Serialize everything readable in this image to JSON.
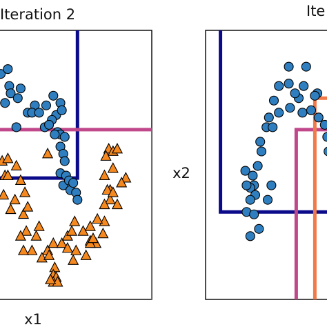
{
  "colors": {
    "class_a_fill": "#2f7fc0",
    "class_b_fill": "#f5891f",
    "marker_edge": "#000000",
    "box_navy": "#0a0a8a",
    "box_magenta": "#c0478a",
    "box_orange": "#f07a4a",
    "axes_frame": "#000000"
  },
  "chart_data": [
    {
      "type": "scatter",
      "title": "Iteration 2",
      "xlabel": "x1",
      "ylabel": "",
      "xlim": [
        0,
        10
      ],
      "ylim": [
        0,
        10
      ],
      "grid": false,
      "legend": "none",
      "series": [
        {
          "marker": "circle",
          "color": "class_a_fill",
          "points": [
            [
              0.1,
              8.2
            ],
            [
              0.7,
              7.7
            ],
            [
              0.8,
              7.4
            ],
            [
              0.6,
              8.4
            ],
            [
              0.4,
              7.0
            ],
            [
              1.3,
              7.2
            ],
            [
              1.5,
              7.6
            ],
            [
              2.0,
              6.6
            ],
            [
              2.5,
              6.9
            ],
            [
              2.3,
              6.6
            ],
            [
              2.8,
              6.6
            ],
            [
              3.3,
              6.9
            ],
            [
              3.8,
              7.3
            ],
            [
              4.3,
              7.0
            ],
            [
              4.0,
              6.5
            ],
            [
              4.4,
              6.7
            ],
            [
              3.7,
              6.3
            ],
            [
              3.2,
              6.0
            ],
            [
              3.5,
              6.1
            ],
            [
              1.2,
              6.0
            ],
            [
              4.1,
              5.8
            ],
            [
              4.3,
              5.7
            ],
            [
              3.9,
              5.7
            ],
            [
              4.6,
              5.6
            ],
            [
              4.3,
              5.2
            ],
            [
              4.5,
              4.9
            ],
            [
              4.6,
              4.6
            ],
            [
              4.3,
              4.1
            ],
            [
              4.7,
              4.0
            ],
            [
              4.5,
              3.6
            ],
            [
              4.9,
              3.8
            ],
            [
              5.0,
              3.4
            ],
            [
              5.2,
              3.7
            ],
            [
              5.4,
              3.3
            ],
            [
              5.5,
              3.0
            ]
          ]
        },
        {
          "marker": "triangle",
          "color": "class_b_fill",
          "points": [
            [
              0.2,
              4.6
            ],
            [
              0.6,
              4.7
            ],
            [
              0.4,
              4.0
            ],
            [
              0.6,
              4.0
            ],
            [
              1.2,
              4.4
            ],
            [
              3.4,
              4.9
            ],
            [
              7.7,
              5.1
            ],
            [
              8.0,
              5.0
            ],
            [
              8.3,
              5.1
            ],
            [
              7.5,
              4.8
            ],
            [
              8.0,
              4.3
            ],
            [
              7.8,
              3.4
            ],
            [
              7.8,
              3.0
            ],
            [
              7.6,
              3.4
            ],
            [
              7.4,
              4.0
            ],
            [
              8.9,
              3.9
            ],
            [
              8.6,
              3.7
            ],
            [
              8.3,
              2.8
            ],
            [
              8.0,
              3.3
            ],
            [
              1.5,
              3.8
            ],
            [
              1.8,
              3.3
            ],
            [
              1.1,
              3.0
            ],
            [
              0.3,
              3.2
            ],
            [
              0.8,
              2.6
            ],
            [
              1.7,
              2.4
            ],
            [
              2.0,
              2.7
            ],
            [
              2.8,
              1.9
            ],
            [
              2.6,
              1.5
            ],
            [
              1.9,
              1.7
            ],
            [
              1.5,
              1.5
            ],
            [
              2.3,
              0.9
            ],
            [
              1.7,
              0.9
            ],
            [
              3.4,
              0.9
            ],
            [
              3.8,
              1.2
            ],
            [
              4.4,
              1.2
            ],
            [
              4.8,
              1.5
            ],
            [
              5.1,
              1.7
            ],
            [
              5.3,
              2.1
            ],
            [
              5.9,
              1.7
            ],
            [
              6.4,
              1.3
            ],
            [
              6.8,
              1.2
            ],
            [
              6.4,
              1.9
            ],
            [
              7.3,
              1.6
            ],
            [
              7.4,
              2.1
            ],
            [
              6.9,
              2.2
            ],
            [
              7.4,
              2.8
            ],
            [
              4.8,
              1.0
            ],
            [
              5.4,
              0.9
            ],
            [
              6.1,
              0.7
            ],
            [
              6.4,
              1.2
            ],
            [
              6.6,
              1.4
            ],
            [
              5.2,
              0.5
            ],
            [
              3.9,
              0.2
            ],
            [
              3.8,
              -0.1
            ],
            [
              4.0,
              -0.2
            ],
            [
              3.8,
              -0.4
            ],
            [
              4.1,
              -0.4
            ],
            [
              3.6,
              -0.3
            ],
            [
              3.0,
              0.6
            ],
            [
              3.5,
              0.7
            ]
          ]
        }
      ],
      "regions": [
        {
          "color": "box_navy",
          "x": [
            -1,
            5.5
          ],
          "y": [
            3.9,
            11
          ]
        },
        {
          "color": "box_magenta",
          "x": [
            -1,
            10.8
          ],
          "y": [
            -1.2,
            5.9
          ]
        }
      ]
    },
    {
      "type": "scatter",
      "title": "Ite",
      "xlabel": "",
      "ylabel": "x2",
      "xlim": [
        0,
        10
      ],
      "ylim": [
        0,
        10
      ],
      "grid": false,
      "legend": "none",
      "series": [
        {
          "marker": "circle",
          "color": "class_a_fill",
          "points": [
            [
              8.1,
              8.5
            ],
            [
              6.7,
              8.5
            ],
            [
              5.9,
              7.7
            ],
            [
              6.7,
              7.8
            ],
            [
              7.9,
              7.7
            ],
            [
              9.0,
              7.4
            ],
            [
              7.5,
              7.2
            ],
            [
              7.2,
              7.4
            ],
            [
              5.5,
              7.1
            ],
            [
              8.8,
              7.3
            ],
            [
              8.5,
              6.7
            ],
            [
              5.1,
              6.4
            ],
            [
              5.9,
              6.6
            ],
            [
              7.8,
              6.6
            ],
            [
              6.8,
              6.8
            ],
            [
              4.9,
              6.0
            ],
            [
              5.4,
              6.0
            ],
            [
              9.1,
              6.4
            ],
            [
              4.4,
              5.4
            ],
            [
              9.6,
              6.1
            ],
            [
              4.5,
              5.0
            ],
            [
              9.8,
              5.6
            ],
            [
              9.9,
              5.0
            ],
            [
              3.2,
              4.2
            ],
            [
              4.2,
              4.4
            ],
            [
              3.8,
              4.0
            ],
            [
              3.9,
              3.6
            ],
            [
              3.6,
              3.5
            ],
            [
              4.0,
              3.2
            ],
            [
              3.3,
              3.6
            ],
            [
              3.6,
              3.0
            ],
            [
              3.3,
              2.5
            ],
            [
              5.3,
              3.6
            ],
            [
              5.0,
              3.0
            ],
            [
              3.9,
              2.4
            ],
            [
              4.3,
              1.8
            ],
            [
              3.6,
              1.5
            ]
          ]
        }
      ],
      "regions": [
        {
          "color": "box_navy",
          "x": [
            1.2,
            11
          ],
          "y": [
            2.5,
            11
          ]
        },
        {
          "color": "box_magenta",
          "x": [
            7.3,
            11
          ],
          "y": [
            -1.2,
            5.9
          ]
        },
        {
          "color": "box_orange",
          "x": [
            8.8,
            11
          ],
          "y": [
            -1.5,
            7.2
          ]
        }
      ]
    }
  ]
}
